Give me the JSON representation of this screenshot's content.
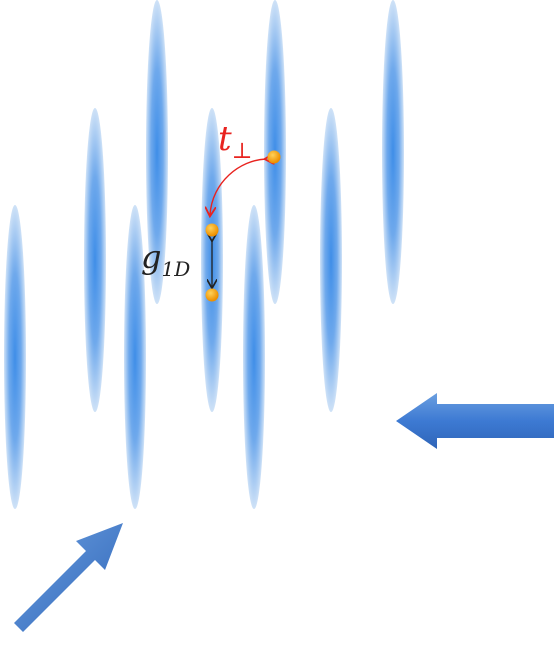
{
  "labels": {
    "tunneling_symbol": "t",
    "tunneling_subscript": "⊥",
    "coupling_symbol": "g",
    "coupling_subscript": "1D"
  },
  "colors": {
    "tube_core": "#3f8ee8",
    "tube_edge": "#c9def6",
    "arrow_fill": "#3d7ad3",
    "atom": "#f6a413",
    "tunneling_color": "#e8231f",
    "coupling_color": "#222222"
  },
  "icons": {
    "incoming_beams": "wide-arrow-icon",
    "atoms": "dot-icon"
  }
}
